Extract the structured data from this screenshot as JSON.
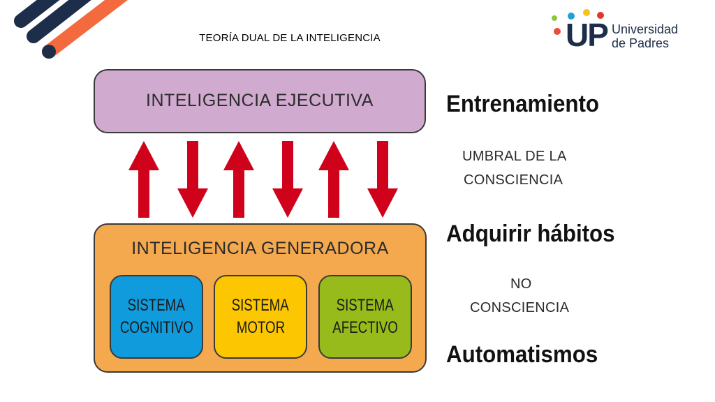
{
  "slide": {
    "title": "TEORÍA DUAL DE LA INTELIGENCIA"
  },
  "logo": {
    "mark": "UP",
    "name_line1": "Universidad",
    "name_line2": "de Padres",
    "dot_colors": [
      "#e94e3c",
      "#1d9fd8",
      "#f6c21c",
      "#e5352b",
      "#f5a623",
      "#8cc63f"
    ]
  },
  "diagram": {
    "executive": "INTELIGENCIA EJECUTIVA",
    "generative": "INTELIGENCIA GENERADORA",
    "arrows": [
      "up",
      "down",
      "up",
      "down",
      "up",
      "down"
    ],
    "systems": [
      {
        "line1": "SISTEMA",
        "line2": "COGNITIVO",
        "color": "#0f9bdc"
      },
      {
        "line1": "SISTEMA",
        "line2": "MOTOR",
        "color": "#fcc600"
      },
      {
        "line1": "SISTEMA",
        "line2": "AFECTIVO",
        "color": "#96bb1a"
      }
    ],
    "colors": {
      "executive": "#d0aacf",
      "generative": "#f4a94f",
      "arrow": "#d0021b"
    }
  },
  "side": {
    "training": "Entrenamiento",
    "threshold_line1": "UMBRAL DE LA",
    "threshold_line2": "CONSCIENCIA",
    "habits": "Adquirir hábitos",
    "no_line1": "NO",
    "no_line2": "CONSCIENCIA",
    "automatisms": "Automatismos"
  }
}
